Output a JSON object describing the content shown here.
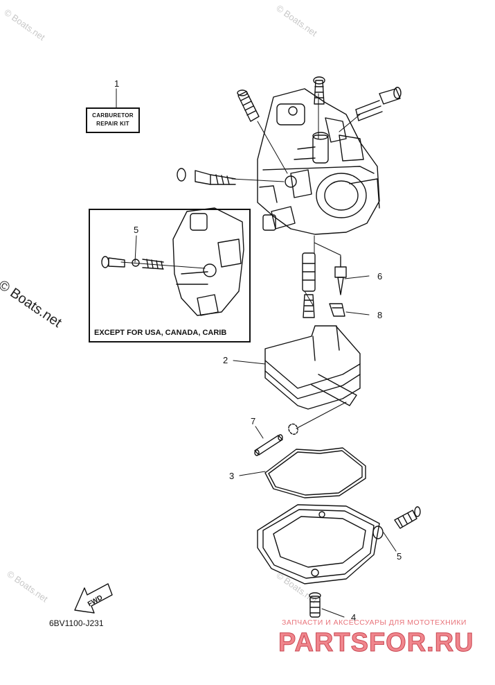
{
  "watermarks": {
    "small": "© Boats.net",
    "large": "© Boats.net"
  },
  "repair_kit_label": {
    "line1": "CARBURETOR",
    "line2": "REPAIR KIT"
  },
  "inset": {
    "caption": "EXCEPT FOR USA, CANADA, CARIB"
  },
  "callouts": {
    "c1": "1",
    "c2": "2",
    "c3": "3",
    "c4": "4",
    "c5_inset": "5",
    "c5_bowl": "5",
    "c6": "6",
    "c7": "7",
    "c8": "8"
  },
  "fwd_label": "FWD",
  "diagram_code": "6BV1100-J231",
  "footer": {
    "tagline": "ЗАПЧАСТИ И АКСЕССУАРЫ ДЛЯ МОТОТЕХНИКИ",
    "logo": "PARTSFOR.RU"
  },
  "colors": {
    "ink": "#111111",
    "watermark": "#c8c8c8",
    "logo": "#f0868d"
  }
}
